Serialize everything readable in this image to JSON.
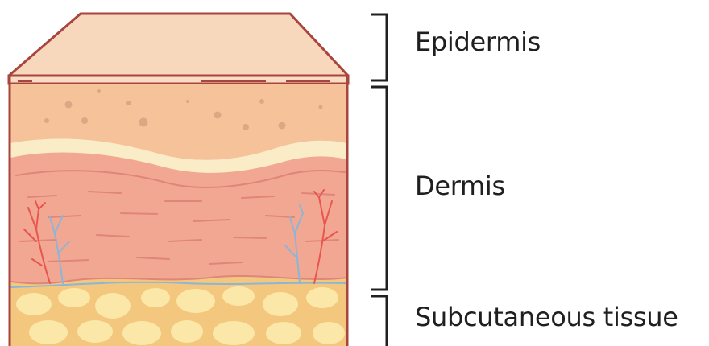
{
  "labels": {
    "epidermis": "Epidermis",
    "dermis": "Dermis",
    "subcutaneous": "Subcutaneous tissue"
  },
  "colors": {
    "outline": "#a9453f",
    "epidermis_top": "#f8d8bd",
    "epidermis_band": "#f6c29a",
    "pore_dots": "#d9a986",
    "wave_cream": "#fbecc8",
    "dermis": "#f2a792",
    "dermis_lines": "#e0857a",
    "artery": "#e8564f",
    "vein": "#8cb5d6",
    "fat_background": "#f4c77e",
    "fat_cells": "#fbe7a8",
    "bracket": "#1f1f1f",
    "label_text": "#1f1f1f"
  }
}
